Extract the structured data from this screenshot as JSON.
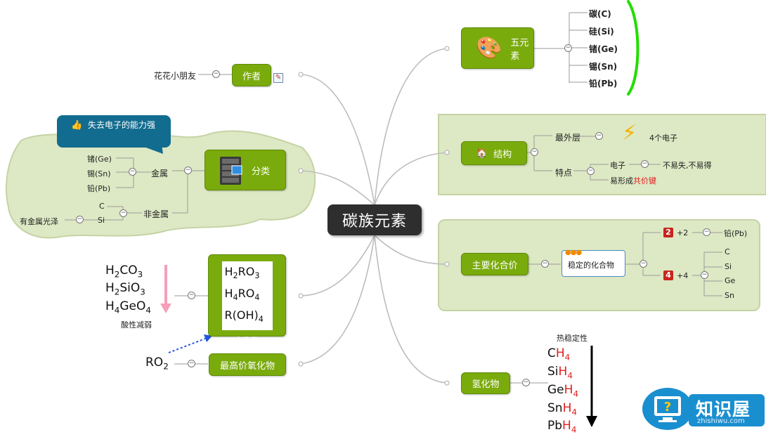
{
  "center": "碳族元素",
  "branches": {
    "author": {
      "label": "作者",
      "value": "花花小朋友"
    },
    "five": {
      "label": "五元素",
      "items": [
        "碳(C)",
        "硅(Si)",
        "锗(Ge)",
        "锡(Sn)",
        "铅(Pb)"
      ]
    },
    "structure": {
      "label": "结构",
      "outer_label": "最外层",
      "outer_value": "4个电子",
      "feature_label": "特点",
      "electron_label": "电子",
      "electron_value": "不易失,不易得",
      "bond_prefix": "易形成",
      "bond_red": "共价键"
    },
    "classify": {
      "label": "分类",
      "callout": "失去电子的能力强",
      "metal_label": "金属",
      "metal_items": [
        "锗(Ge)",
        "锡(Sn)",
        "铅(Pb)"
      ],
      "nonmetal_label": "非金属",
      "nonmetal_items": [
        "C",
        "Si"
      ],
      "luster": "有金属光泽"
    },
    "valence": {
      "label": "主要化合价",
      "stable": "稳定的化合物",
      "plus2_badge": "2",
      "plus2": "+2",
      "plus2_item": "铅(Pb)",
      "plus4_badge": "4",
      "plus4": "+4",
      "plus4_items": [
        "C",
        "Si",
        "Ge",
        "Sn"
      ]
    },
    "hydroxide": {
      "label": "水化物",
      "formulas": [
        "H2RO3",
        "H4RO4",
        "R(OH)4"
      ],
      "acids": [
        "H2CO3",
        "H2SiO3",
        "H4GeO4"
      ],
      "acid_note": "酸性减弱"
    },
    "oxide": {
      "label": "最高价氧化物",
      "formula": "RO2"
    },
    "hydride": {
      "label": "氢化物",
      "title": "热稳定性",
      "items": [
        {
          "el": "C",
          "h": "H",
          "n": "4"
        },
        {
          "el": "Si",
          "h": "H",
          "n": "4"
        },
        {
          "el": "Ge",
          "h": "H",
          "n": "4"
        },
        {
          "el": "Sn",
          "h": "H",
          "n": "4"
        },
        {
          "el": "Pb",
          "h": "H",
          "n": "4"
        }
      ]
    }
  },
  "watermark": {
    "title": "知识屋",
    "url": "zhishiwu.com"
  },
  "colors": {
    "topic": "#7aab0c",
    "panel": "#dde8c4",
    "center": "#2e2e2e",
    "callout": "#126c8f",
    "bracket": "#22dd00",
    "pink_arrow": "#f4a0b8",
    "red": "#e02020"
  },
  "icons": [
    "palette-icon",
    "pencil-icon",
    "home-icon",
    "lightning-icon",
    "server-icon",
    "thumbs-up-icon",
    "dots-icon",
    "question-monitor-icon"
  ]
}
